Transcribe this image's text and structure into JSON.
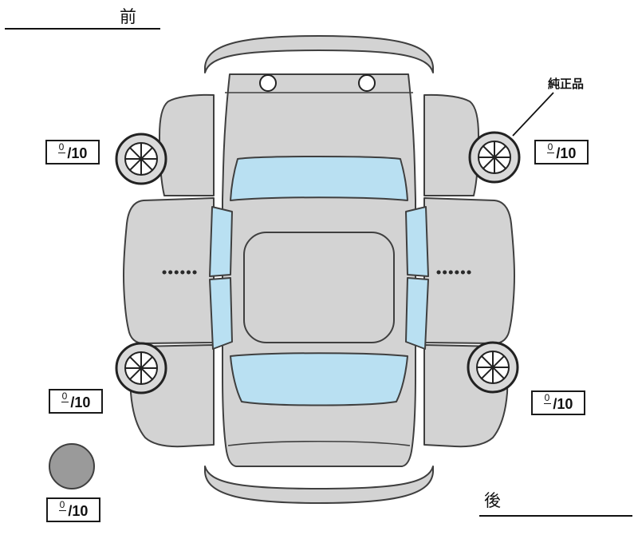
{
  "labels": {
    "front": "前",
    "rear": "後",
    "genuine_part": "純正品"
  },
  "tire_scores": {
    "front_left": {
      "value": "0",
      "scale": "/10"
    },
    "front_right": {
      "value": "0",
      "scale": "/10"
    },
    "rear_left": {
      "value": "0",
      "scale": "/10"
    },
    "rear_right": {
      "value": "0",
      "scale": "/10"
    },
    "spare": {
      "value": "0",
      "scale": "/10"
    }
  },
  "icons": {
    "wheel": "spoked-wheel-icon",
    "spare_tire": "filled-circle-icon"
  },
  "colors": {
    "background": "#ffffff",
    "body": "#d3d3d3",
    "glass": "#b9e0f2",
    "outline": "#3f3f3f",
    "spare": "#9a9a9a",
    "text": "#111111"
  }
}
